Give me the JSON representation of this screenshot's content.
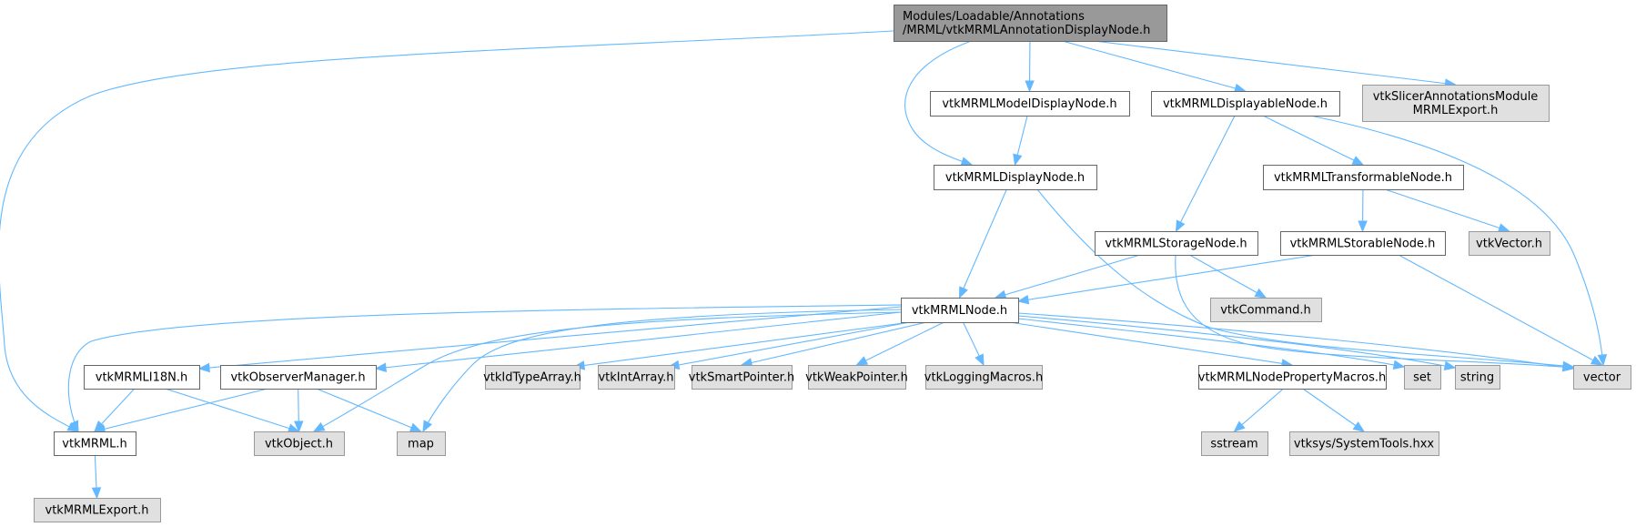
{
  "title": "Include dependency graph for vtkMRMLAnnotationDisplayNode.h",
  "colors": {
    "edge": "#63b8ff",
    "root_fill": "#999999",
    "local_fill": "#ffffff",
    "system_fill": "#e0e0e0"
  },
  "nodes": [
    {
      "id": "root",
      "kind": "root",
      "lines": [
        "Modules/Loadable/Annotations",
        "/MRML/vtkMRMLAnnotationDisplayNode.h"
      ]
    },
    {
      "id": "modeldisplay",
      "kind": "local",
      "lines": [
        "vtkMRMLModelDisplayNode.h"
      ]
    },
    {
      "id": "displayable",
      "kind": "local",
      "lines": [
        "vtkMRMLDisplayableNode.h"
      ]
    },
    {
      "id": "slicerexport",
      "kind": "system",
      "lines": [
        "vtkSlicerAnnotationsModule",
        "MRMLExport.h"
      ]
    },
    {
      "id": "display",
      "kind": "local",
      "lines": [
        "vtkMRMLDisplayNode.h"
      ]
    },
    {
      "id": "transformable",
      "kind": "local",
      "lines": [
        "vtkMRMLTransformableNode.h"
      ]
    },
    {
      "id": "storage",
      "kind": "local",
      "lines": [
        "vtkMRMLStorageNode.h"
      ]
    },
    {
      "id": "storable",
      "kind": "local",
      "lines": [
        "vtkMRMLStorableNode.h"
      ]
    },
    {
      "id": "vtkvector",
      "kind": "system",
      "lines": [
        "vtkVector.h"
      ]
    },
    {
      "id": "mrmlnode",
      "kind": "local",
      "lines": [
        "vtkMRMLNode.h"
      ]
    },
    {
      "id": "vtkcommand",
      "kind": "system",
      "lines": [
        "vtkCommand.h"
      ]
    },
    {
      "id": "i18n",
      "kind": "local",
      "lines": [
        "vtkMRMLI18N.h"
      ]
    },
    {
      "id": "observer",
      "kind": "local",
      "lines": [
        "vtkObserverManager.h"
      ]
    },
    {
      "id": "idtypearray",
      "kind": "system",
      "lines": [
        "vtkIdTypeArray.h"
      ]
    },
    {
      "id": "intarray",
      "kind": "system",
      "lines": [
        "vtkIntArray.h"
      ]
    },
    {
      "id": "smartpointer",
      "kind": "system",
      "lines": [
        "vtkSmartPointer.h"
      ]
    },
    {
      "id": "weakpointer",
      "kind": "system",
      "lines": [
        "vtkWeakPointer.h"
      ]
    },
    {
      "id": "logging",
      "kind": "system",
      "lines": [
        "vtkLoggingMacros.h"
      ]
    },
    {
      "id": "propmacros",
      "kind": "local",
      "lines": [
        "vtkMRMLNodePropertyMacros.h"
      ]
    },
    {
      "id": "set",
      "kind": "system",
      "lines": [
        "set"
      ]
    },
    {
      "id": "string",
      "kind": "system",
      "lines": [
        "string"
      ]
    },
    {
      "id": "vector",
      "kind": "system",
      "lines": [
        "vector"
      ]
    },
    {
      "id": "vtkmrml",
      "kind": "local",
      "lines": [
        "vtkMRML.h"
      ]
    },
    {
      "id": "vtkobject",
      "kind": "system",
      "lines": [
        "vtkObject.h"
      ]
    },
    {
      "id": "map",
      "kind": "system",
      "lines": [
        "map"
      ]
    },
    {
      "id": "sstream",
      "kind": "system",
      "lines": [
        "sstream"
      ]
    },
    {
      "id": "systemtools",
      "kind": "system",
      "lines": [
        "vtksys/SystemTools.hxx"
      ]
    },
    {
      "id": "mrmlexport",
      "kind": "system",
      "lines": [
        "vtkMRMLExport.h"
      ]
    }
  ],
  "edges": [
    [
      "root",
      "vtkmrml"
    ],
    [
      "root",
      "display"
    ],
    [
      "root",
      "modeldisplay"
    ],
    [
      "root",
      "displayable"
    ],
    [
      "root",
      "slicerexport"
    ],
    [
      "modeldisplay",
      "display"
    ],
    [
      "displayable",
      "storage"
    ],
    [
      "displayable",
      "transformable"
    ],
    [
      "displayable",
      "vector"
    ],
    [
      "display",
      "mrmlnode"
    ],
    [
      "display",
      "vector"
    ],
    [
      "transformable",
      "storable"
    ],
    [
      "transformable",
      "vtkvector"
    ],
    [
      "storage",
      "mrmlnode"
    ],
    [
      "storage",
      "vtkcommand"
    ],
    [
      "storage",
      "vector"
    ],
    [
      "storable",
      "mrmlnode"
    ],
    [
      "storable",
      "vector"
    ],
    [
      "mrmlnode",
      "vtkmrml"
    ],
    [
      "mrmlnode",
      "i18n"
    ],
    [
      "mrmlnode",
      "observer"
    ],
    [
      "mrmlnode",
      "vtkobject"
    ],
    [
      "mrmlnode",
      "map"
    ],
    [
      "mrmlnode",
      "idtypearray"
    ],
    [
      "mrmlnode",
      "intarray"
    ],
    [
      "mrmlnode",
      "smartpointer"
    ],
    [
      "mrmlnode",
      "weakpointer"
    ],
    [
      "mrmlnode",
      "logging"
    ],
    [
      "mrmlnode",
      "propmacros"
    ],
    [
      "mrmlnode",
      "set"
    ],
    [
      "mrmlnode",
      "string"
    ],
    [
      "mrmlnode",
      "vector"
    ],
    [
      "i18n",
      "vtkmrml"
    ],
    [
      "i18n",
      "vtkobject"
    ],
    [
      "observer",
      "vtkmrml"
    ],
    [
      "observer",
      "vtkobject"
    ],
    [
      "observer",
      "map"
    ],
    [
      "propmacros",
      "sstream"
    ],
    [
      "propmacros",
      "systemtools"
    ],
    [
      "vtkmrml",
      "mrmlexport"
    ]
  ]
}
